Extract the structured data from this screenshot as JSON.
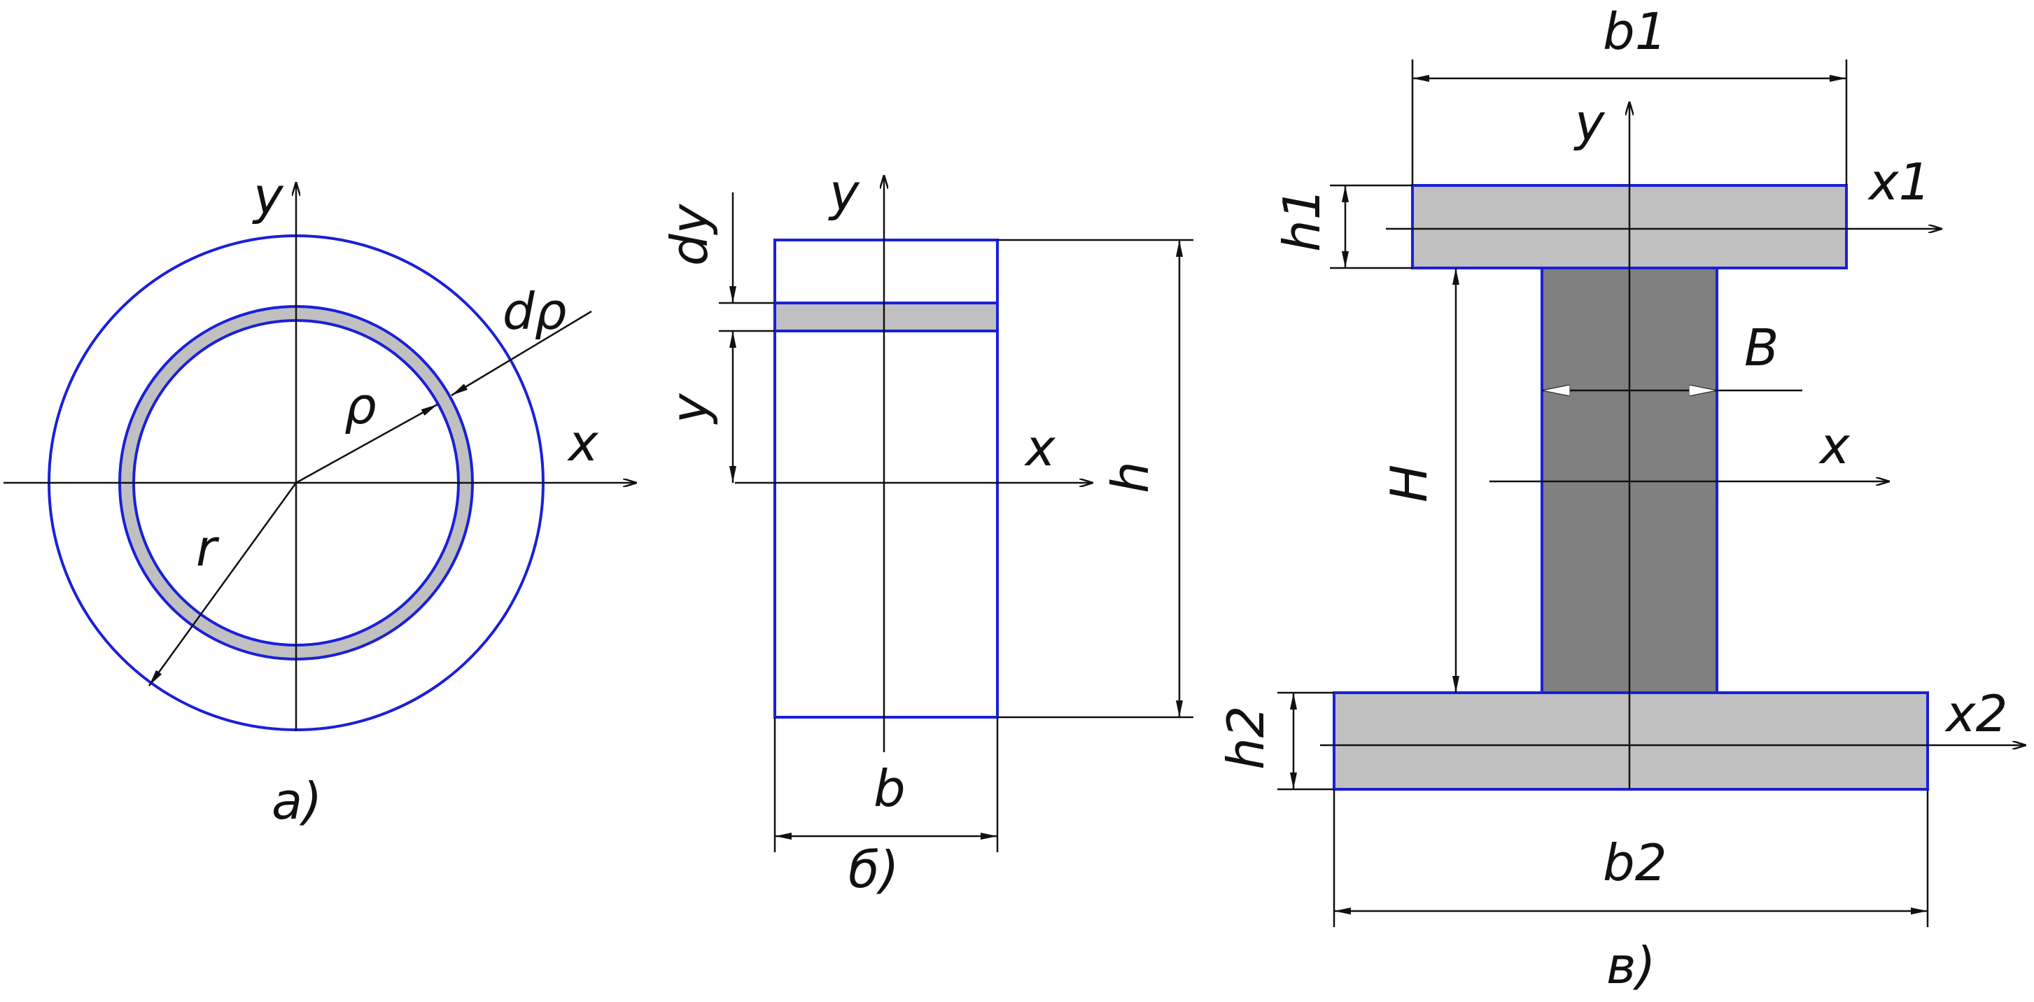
{
  "colors": {
    "outline": "#1a20d8",
    "fill_light": "#c0c0c0",
    "fill_dark": "#808080",
    "ink": "#111111",
    "arrow_white": "#ffffff"
  },
  "figure_a": {
    "caption": "a)",
    "y_axis": "y",
    "x_axis": "x",
    "radius": "r",
    "rho": "ρ",
    "d_rho": "dρ"
  },
  "figure_b": {
    "caption": "б)",
    "y_axis": "y",
    "x_axis": "x",
    "dy": "dy",
    "y_dim": "y",
    "height": "h",
    "width": "b"
  },
  "figure_c": {
    "caption": "в)",
    "y_axis": "y",
    "x_axis": "x",
    "x1_axis": "x1",
    "x2_axis": "x2",
    "top_width": "b1",
    "top_height": "h1",
    "web_height": "H",
    "web_width": "B",
    "bottom_height": "h2",
    "bottom_width": "b2"
  }
}
